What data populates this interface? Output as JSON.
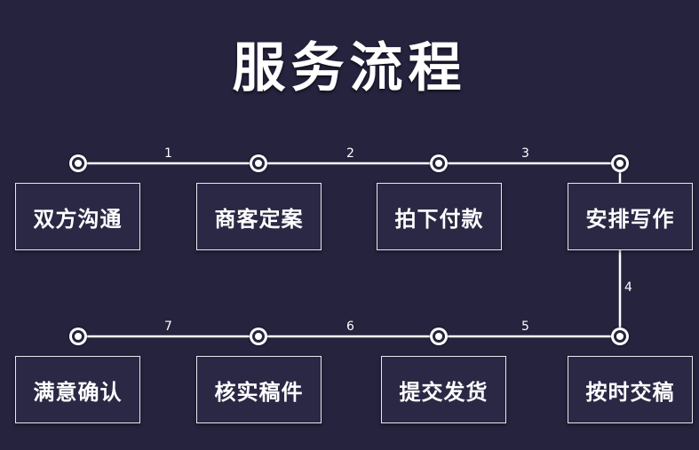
{
  "title": "服务流程",
  "steps_top": [
    "双方沟通",
    "商客定案",
    "拍下付款",
    "安排写作"
  ],
  "steps_bottom": [
    "满意确认",
    "核实稿件",
    "提交发货",
    "按时交稿"
  ],
  "connectors": [
    "1",
    "2",
    "3",
    "4",
    "5",
    "6",
    "7"
  ],
  "colors": {
    "background": "#25233d",
    "line": "#ffffff",
    "box_border": "#e8e8ee"
  }
}
